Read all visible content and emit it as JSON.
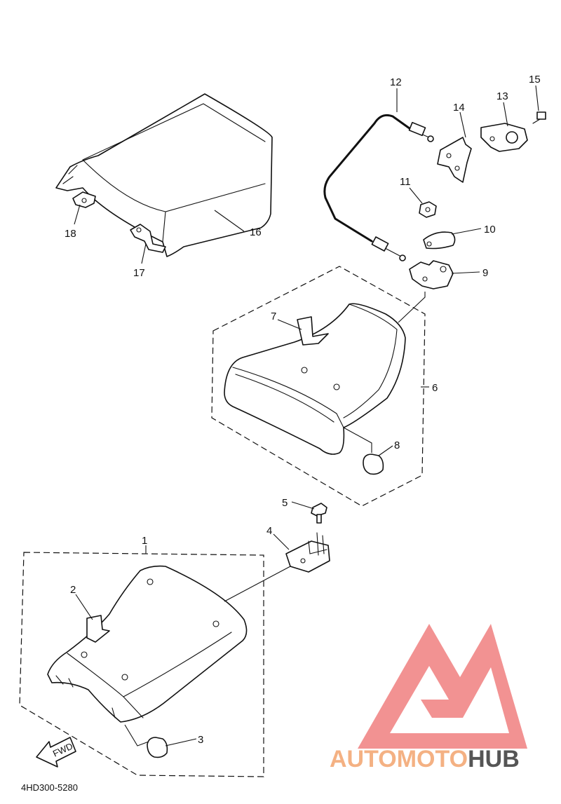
{
  "diagram": {
    "callouts": [
      "1",
      "2",
      "3",
      "4",
      "5",
      "6",
      "7",
      "8",
      "9",
      "10",
      "11",
      "12",
      "13",
      "14",
      "15",
      "16",
      "17",
      "18"
    ],
    "fwd_label": "FWD",
    "drawing_code": "4HD300-5280"
  },
  "watermark": {
    "part1": "AUTO",
    "part2": "MOTO",
    "part3": "HUB",
    "color_light": "#f4b183",
    "color_dark": "#555555",
    "logo_color": "#f08080"
  }
}
